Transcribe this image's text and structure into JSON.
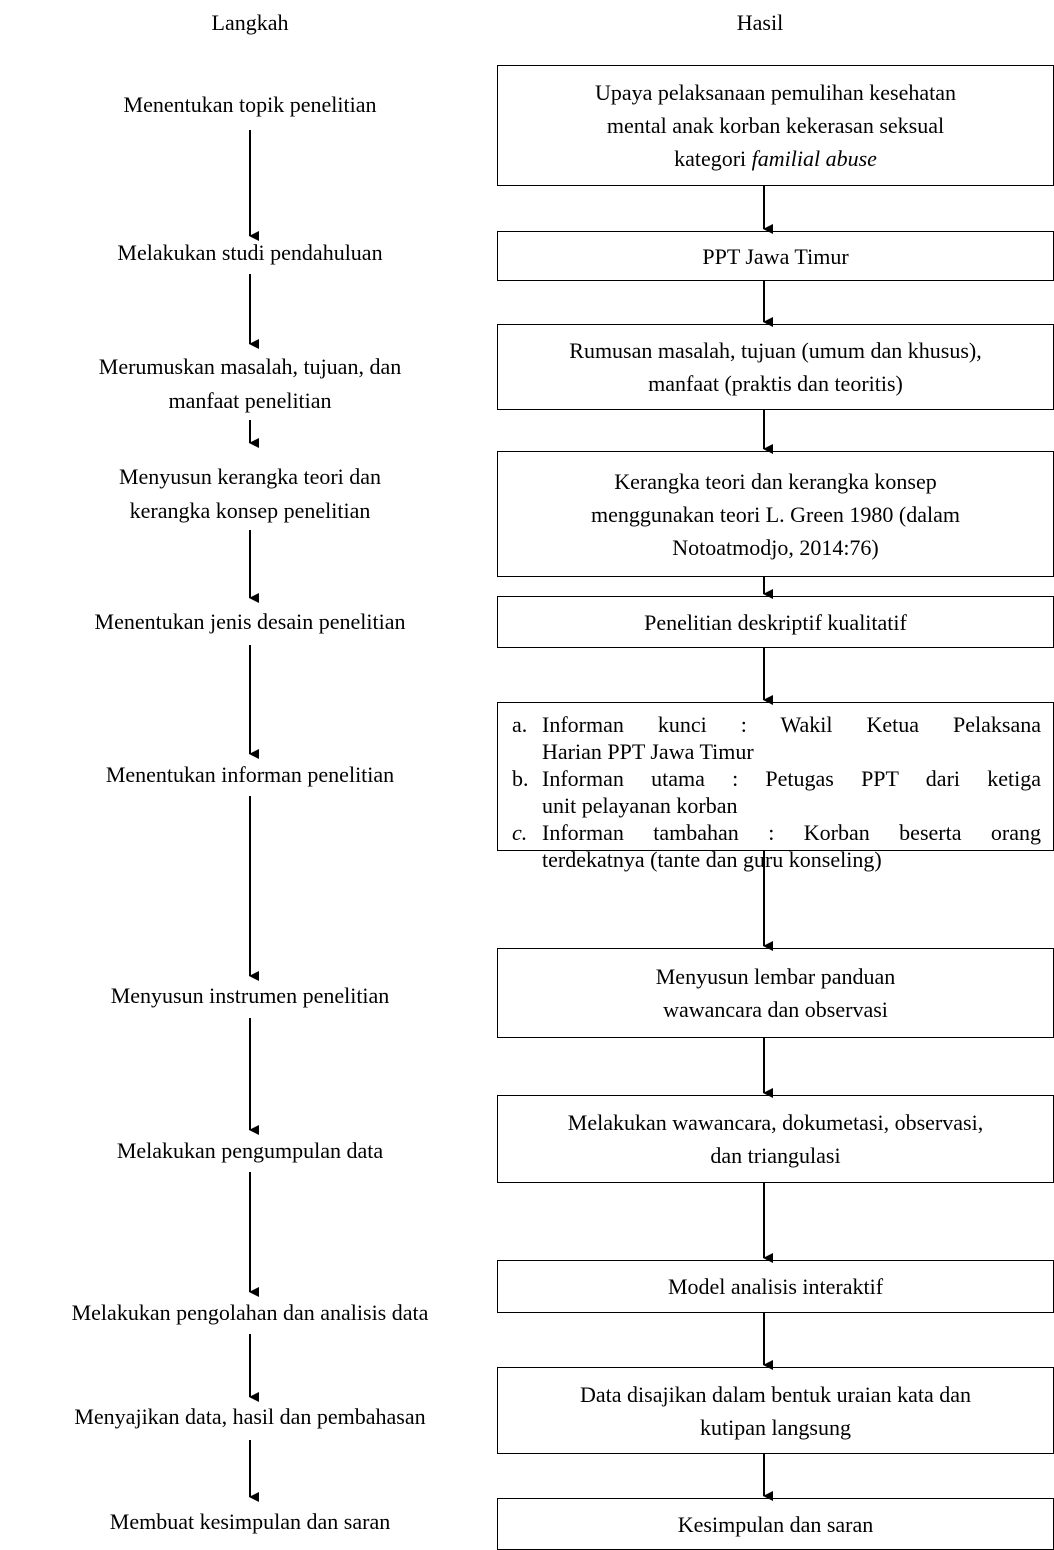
{
  "headers": {
    "left": "Langkah",
    "right": "Hasil"
  },
  "steps": [
    "Menentukan topik penelitian",
    "Melakukan studi pendahuluan",
    [
      "Merumuskan masalah, tujuan, dan",
      "manfaat penelitian"
    ],
    [
      "Menyusun kerangka teori dan",
      "kerangka konsep penelitian"
    ],
    "Menentukan jenis desain penelitian",
    "Menentukan informan penelitian",
    "Menyusun instrumen penelitian",
    "Melakukan pengumpulan data",
    "Melakukan pengolahan dan analisis data",
    "Menyajikan data, hasil dan pembahasan",
    "Membuat kesimpulan dan saran"
  ],
  "results": {
    "r1": {
      "line1": "Upaya pelaksanaan pemulihan kesehatan",
      "line2": "mental anak korban kekerasan seksual",
      "line3_prefix": "kategori ",
      "line3_italic": "familial abuse"
    },
    "r2": "PPT Jawa Timur",
    "r3": {
      "line1": "Rumusan masalah, tujuan (umum dan khusus),",
      "line2": "manfaat (praktis dan teoritis)"
    },
    "r4": {
      "line1": "Kerangka teori dan kerangka konsep",
      "line2": "menggunakan teori L. Green 1980 (dalam",
      "line3": "Notoatmodjo, 2014:76)"
    },
    "r5": "Penelitian deskriptif  kualitatif",
    "r6": [
      {
        "marker": "a.",
        "line1": "Informan kunci : Wakil Ketua Pelaksana",
        "line2": "Harian PPT Jawa Timur"
      },
      {
        "marker": "b.",
        "line1": "Informan utama : Petugas PPT dari ketiga",
        "line2": "unit pelayanan korban"
      },
      {
        "marker": "c.",
        "line1": "Informan tambahan : Korban beserta orang",
        "line2": "terdekatnya (tante dan guru konseling)"
      }
    ],
    "r7": {
      "line1": "Menyusun lembar panduan",
      "line2": "wawancara dan observasi"
    },
    "r8": {
      "line1": "Melakukan wawancara, dokumetasi, observasi,",
      "line2": "dan triangulasi"
    },
    "r9": "Model analisis interaktif",
    "r10": {
      "line1": "Data disajikan dalam bentuk uraian kata dan",
      "line2": "kutipan langsung"
    },
    "r11": "Kesimpulan dan saran"
  }
}
